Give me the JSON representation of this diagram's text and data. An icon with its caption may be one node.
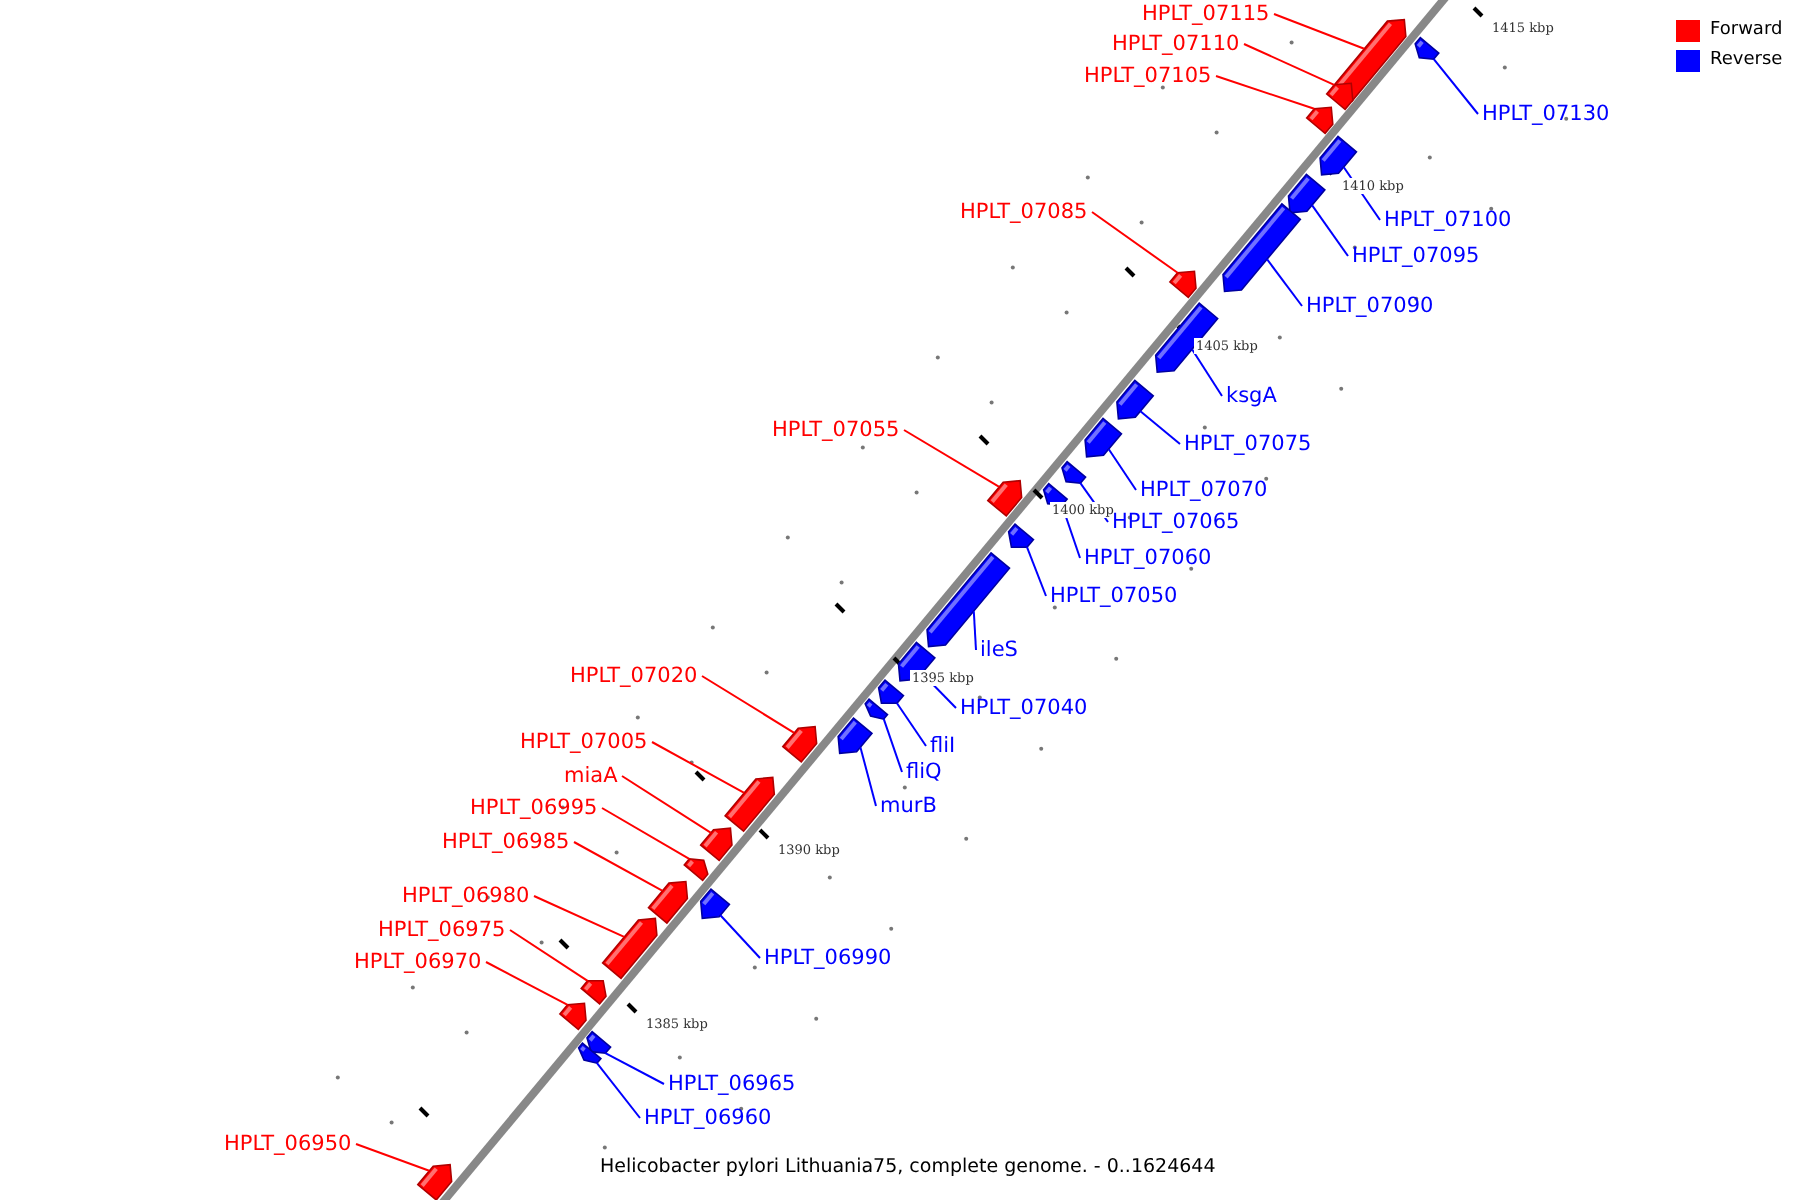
{
  "diagram": {
    "caption": "Helicobacter pylori Lithuania75, complete genome. - 0..1624644",
    "nodes": [
      {
        "text": [
          "HPLT_07115"
        ]
      },
      {
        "text": [],
        "shape": "box"
      },
      {
        "text": [
          "HPLT_07110"
        ]
      },
      {
        "text": [],
        "shape": "box"
      },
      {
        "text": [
          "HPLT_07105"
        ]
      },
      {
        "text": [],
        "shape": "box"
      },
      {
        "text": [
          "HPLT_07130"
        ]
      },
      {
        "text": [],
        "shape": "box"
      },
      {
        "text": [
          "HPLT_07085"
        ]
      },
      {
        "text": [],
        "shape": "box"
      },
      {
        "text": [
          "HPLT_07100"
        ]
      },
      {
        "text": [],
        "shape": "box"
      },
      {
        "text": [
          "HPLT_07095"
        ]
      },
      {
        "text": [],
        "shape": "box"
      },
      {
        "text": [
          "HPLT_07090"
        ]
      },
      {
        "text": [],
        "shape": "box"
      },
      {
        "text": [
          "ksgA"
        ]
      },
      {
        "text": [],
        "shape": "box"
      },
      {
        "text": [
          "HPLT_07055"
        ]
      },
      {
        "text": [],
        "shape": "box"
      },
      {
        "text": [
          "HPLT_07075"
        ]
      },
      {
        "text": [],
        "shape": "box"
      },
      {
        "text": [
          "HPLT_07070"
        ]
      },
      {
        "text": [],
        "shape": "box"
      },
      {
        "text": [
          "HPLT_07065"
        ]
      },
      {
        "text": [],
        "shape": "box"
      },
      {
        "text": [
          "HPLT_07060"
        ]
      },
      {
        "text": [],
        "shape": "box"
      },
      {
        "text": [
          "HPLT_07050"
        ]
      },
      {
        "text": [],
        "shape": "box"
      },
      {
        "text": [
          "ileS"
        ]
      },
      {
        "text": [],
        "shape": "box"
      },
      {
        "text": [
          "HPLT_07020"
        ]
      },
      {
        "text": [],
        "shape": "box"
      },
      {
        "text": [
          "HPLT_07040"
        ]
      },
      {
        "text": [],
        "shape": "box"
      },
      {
        "text": [
          "HPLT_07005"
        ]
      },
      {
        "text": [],
        "shape": "box"
      },
      {
        "text": [
          "fliI"
        ]
      },
      {
        "text": [],
        "shape": "box"
      },
      {
        "text": [
          "fliQ"
        ]
      },
      {
        "text": [],
        "shape": "box"
      },
      {
        "text": [
          "miaA"
        ]
      },
      {
        "text": [],
        "shape": "box"
      },
      {
        "text": [
          "murB"
        ]
      },
      {
        "text": [],
        "shape": "box"
      },
      {
        "text": [
          "HPLT_06995"
        ]
      },
      {
        "text": [],
        "shape": "box"
      },
      {
        "text": [
          "HPLT_06985"
        ]
      },
      {
        "text": [],
        "shape": "box"
      },
      {
        "text": [
          "HPLT_06980"
        ]
      },
      {
        "text": [],
        "shape": "box"
      },
      {
        "text": [
          "HPLT_06975"
        ]
      },
      {
        "text": [],
        "shape": "box"
      },
      {
        "text": [
          "HPLT_06990"
        ]
      },
      {
        "text": [],
        "shape": "box"
      },
      {
        "text": [
          "HPLT_06970"
        ]
      },
      {
        "text": [],
        "shape": "box"
      },
      {
        "text": [
          "HPLT_06965"
        ]
      },
      {
        "text": [],
        "shape": "box"
      },
      {
        "text": [
          "HPLT_06960"
        ]
      },
      {
        "text": [],
        "shape": "box"
      },
      {
        "text": [
          "HPLT_06950"
        ]
      },
      {
        "text": [],
        "shape": "box"
      }
    ],
    "edges": [
      {
        "from": 0,
        "to": 1,
        "arrow": "none",
        "color": "#ff0000"
      },
      {
        "from": 2,
        "to": 3,
        "arrow": "none",
        "color": "#ff0000"
      },
      {
        "from": 4,
        "to": 5,
        "arrow": "none",
        "color": "#ff0000"
      },
      {
        "from": 6,
        "to": 7,
        "arrow": "none",
        "color": "#0000ff"
      },
      {
        "from": 8,
        "to": 9,
        "arrow": "none",
        "color": "#ff0000"
      },
      {
        "from": 10,
        "to": 11,
        "arrow": "none",
        "color": "#0000ff"
      },
      {
        "from": 12,
        "to": 13,
        "arrow": "none",
        "color": "#0000ff"
      },
      {
        "from": 14,
        "to": 15,
        "arrow": "none",
        "color": "#0000ff"
      },
      {
        "from": 16,
        "to": 17,
        "arrow": "none",
        "color": "#0000ff"
      },
      {
        "from": 18,
        "to": 19,
        "arrow": "none",
        "color": "#ff0000"
      },
      {
        "from": 20,
        "to": 21,
        "arrow": "none",
        "color": "#0000ff"
      },
      {
        "from": 22,
        "to": 23,
        "arrow": "none",
        "color": "#0000ff"
      },
      {
        "from": 24,
        "to": 25,
        "arrow": "none",
        "color": "#0000ff"
      },
      {
        "from": 26,
        "to": 27,
        "arrow": "none",
        "color": "#0000ff"
      },
      {
        "from": 28,
        "to": 29,
        "arrow": "none",
        "color": "#0000ff"
      },
      {
        "from": 30,
        "to": 31,
        "arrow": "none",
        "color": "#0000ff"
      },
      {
        "from": 32,
        "to": 33,
        "arrow": "none",
        "color": "#ff0000"
      },
      {
        "from": 34,
        "to": 35,
        "arrow": "none",
        "color": "#0000ff"
      },
      {
        "from": 36,
        "to": 37,
        "arrow": "none",
        "color": "#ff0000"
      },
      {
        "from": 38,
        "to": 39,
        "arrow": "none",
        "color": "#0000ff"
      },
      {
        "from": 40,
        "to": 41,
        "arrow": "none",
        "color": "#0000ff"
      },
      {
        "from": 42,
        "to": 43,
        "arrow": "none",
        "color": "#ff0000"
      },
      {
        "from": 44,
        "to": 45,
        "arrow": "none",
        "color": "#0000ff"
      },
      {
        "from": 46,
        "to": 47,
        "arrow": "none",
        "color": "#ff0000"
      },
      {
        "from": 48,
        "to": 49,
        "arrow": "none",
        "color": "#ff0000"
      },
      {
        "from": 50,
        "to": 51,
        "arrow": "none",
        "color": "#ff0000"
      },
      {
        "from": 52,
        "to": 53,
        "arrow": "none",
        "color": "#ff0000"
      },
      {
        "from": 54,
        "to": 55,
        "arrow": "none",
        "color": "#0000ff"
      },
      {
        "from": 56,
        "to": 57,
        "arrow": "none",
        "color": "#ff0000"
      },
      {
        "from": 58,
        "to": 59,
        "arrow": "none",
        "color": "#0000ff"
      },
      {
        "from": 60,
        "to": 61,
        "arrow": "none",
        "color": "#0000ff"
      },
      {
        "from": 62,
        "to": 63,
        "arrow": "none",
        "color": "#ff0000"
      }
    ],
    "labels": [
      "1415 kbp",
      "1410 kbp",
      "1405 kbp",
      "1400 kbp",
      "1395 kbp",
      "1390 kbp",
      "1385 kbp"
    ],
    "legend": [
      {
        "text": "Forward",
        "color": "#ff0000"
      },
      {
        "text": "Reverse",
        "color": "#0000ff"
      }
    ]
  }
}
